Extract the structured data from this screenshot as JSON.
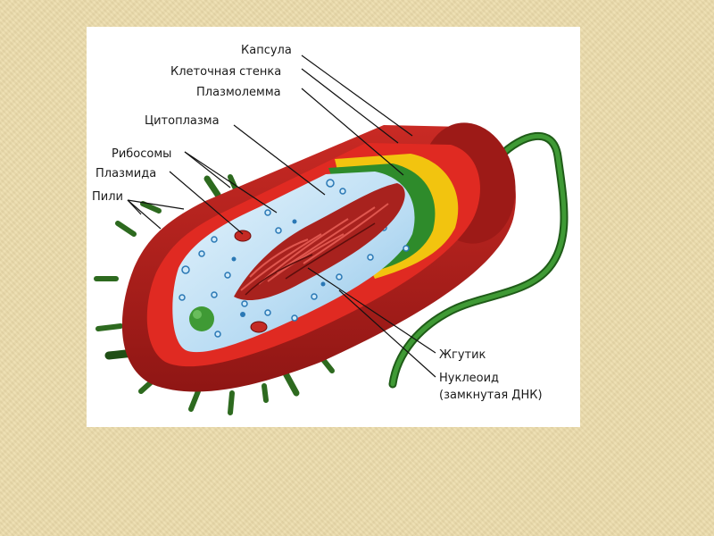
{
  "labels": {
    "capsule": "Капсула",
    "cell_wall": "Клеточная стенка",
    "plasmolemma": "Плазмолемма",
    "cytoplasm": "Цитоплазма",
    "ribosomes": "Рибосомы",
    "plasmid": "Плазмида",
    "pili": "Пили",
    "flagellum": "Жгутик",
    "nucleoid": "Нуклеоид",
    "nucleoid_note": "(замкнутая ДНК)"
  },
  "colors": {
    "background": "#ecdcab",
    "panel": "#ffffff",
    "capsule": "#b51f1c",
    "cell_wall": "#e02a22",
    "plasmolemma_yellow": "#f2c40f",
    "membrane_green": "#2e8b2b",
    "cytoplasm": "#bfe0f5",
    "nucleoid": "#a8221e",
    "pili": "#2d6a1f",
    "flagellum": "#2e7a25"
  }
}
